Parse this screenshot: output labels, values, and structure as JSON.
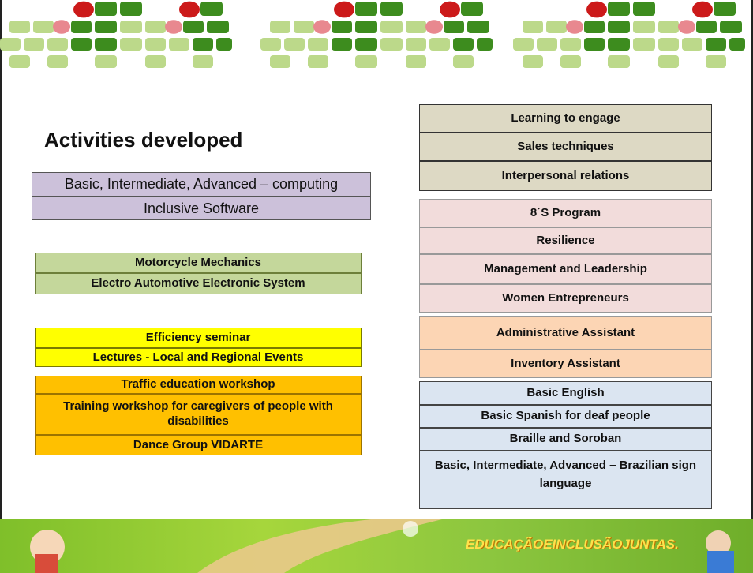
{
  "slide": {
    "title": "Activities developed",
    "left_groups": [
      {
        "color": "#ccc1da",
        "items": [
          "Basic, Intermediate, Advanced – computing",
          "Inclusive Software"
        ]
      },
      {
        "color": "#c4d79b",
        "items": [
          "Motorcycle Mechanics",
          "Electro Automotive Electronic System"
        ]
      },
      {
        "color": "#ffff00",
        "items": [
          "Efficiency seminar",
          "Lectures - Local and Regional Events"
        ]
      },
      {
        "color": "#ffc000",
        "items": [
          "Traffic education workshop",
          "Training workshop for caregivers of people with disabilities",
          "Dance Group VIDARTE"
        ]
      }
    ],
    "right_groups": [
      {
        "color": "#ddd9c4",
        "items": [
          "Learning to engage",
          "Sales techniques",
          "Interpersonal relations"
        ]
      },
      {
        "color": "#f2dcdb",
        "items": [
          "8´S Program",
          "Resilience",
          "Management and Leadership",
          "Women Entrepreneurs"
        ]
      },
      {
        "color": "#fcd5b4",
        "items": [
          "Administrative Assistant",
          "Inventory Assistant"
        ]
      },
      {
        "color": "#dbe5f1",
        "items": [
          "Basic English",
          "Basic Spanish for deaf people",
          "Braille and Soroban",
          "Basic, Intermediate, Advanced – Brazilian sign language"
        ]
      }
    ]
  },
  "footer": {
    "logo_text": "EDUCAÇÃOEINCLUSÃOJUNTAS."
  },
  "colors": {
    "deco_dark_green": "#3d8c1e",
    "deco_light_green": "#bcd98a",
    "deco_red": "#cc1a1a",
    "deco_pink": "#e8888f"
  }
}
